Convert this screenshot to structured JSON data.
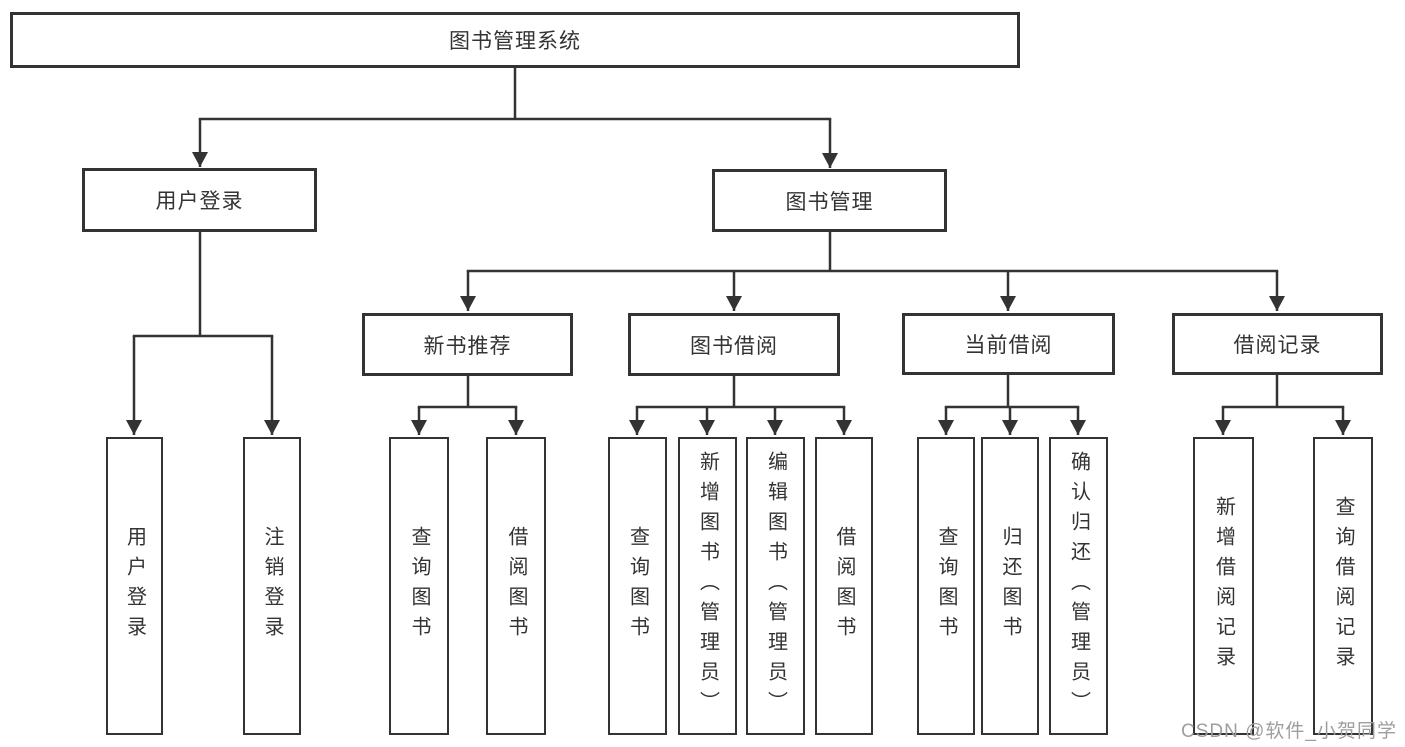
{
  "diagram": {
    "root": {
      "label": "图书管理系统"
    },
    "level2": {
      "user_login": {
        "label": "用户登录"
      },
      "book_management": {
        "label": "图书管理"
      }
    },
    "level3": {
      "new_book_recommend": {
        "label": "新书推荐"
      },
      "book_borrowing": {
        "label": "图书借阅"
      },
      "current_borrowing": {
        "label": "当前借阅"
      },
      "borrowing_records": {
        "label": "借阅记录"
      }
    },
    "leaves": {
      "user_login": {
        "label": "用户登录"
      },
      "logout": {
        "label": "注销登录"
      },
      "recommend_query_books": {
        "label": "查询图书"
      },
      "recommend_borrow_books": {
        "label": "借阅图书"
      },
      "borrowing_query_books": {
        "label": "查询图书"
      },
      "borrowing_add_books": {
        "label": "新增图书（管理员）"
      },
      "borrowing_edit_books": {
        "label": "编辑图书（管理员）"
      },
      "borrowing_borrow_books": {
        "label": "借阅图书"
      },
      "current_query_books": {
        "label": "查询图书"
      },
      "current_return_books": {
        "label": "归还图书"
      },
      "current_confirm_return": {
        "label": "确认归还（管理员）"
      },
      "records_add_record": {
        "label": "新增借阅记录"
      },
      "records_query_record": {
        "label": "查询借阅记录"
      }
    }
  },
  "watermark": {
    "text": "CSDN @软件_小贺同学"
  },
  "colors": {
    "line": "#333333",
    "text": "#333333",
    "box_background": "#ffffff",
    "page_background": "#ffffff",
    "watermark": "#9e9e9e"
  }
}
